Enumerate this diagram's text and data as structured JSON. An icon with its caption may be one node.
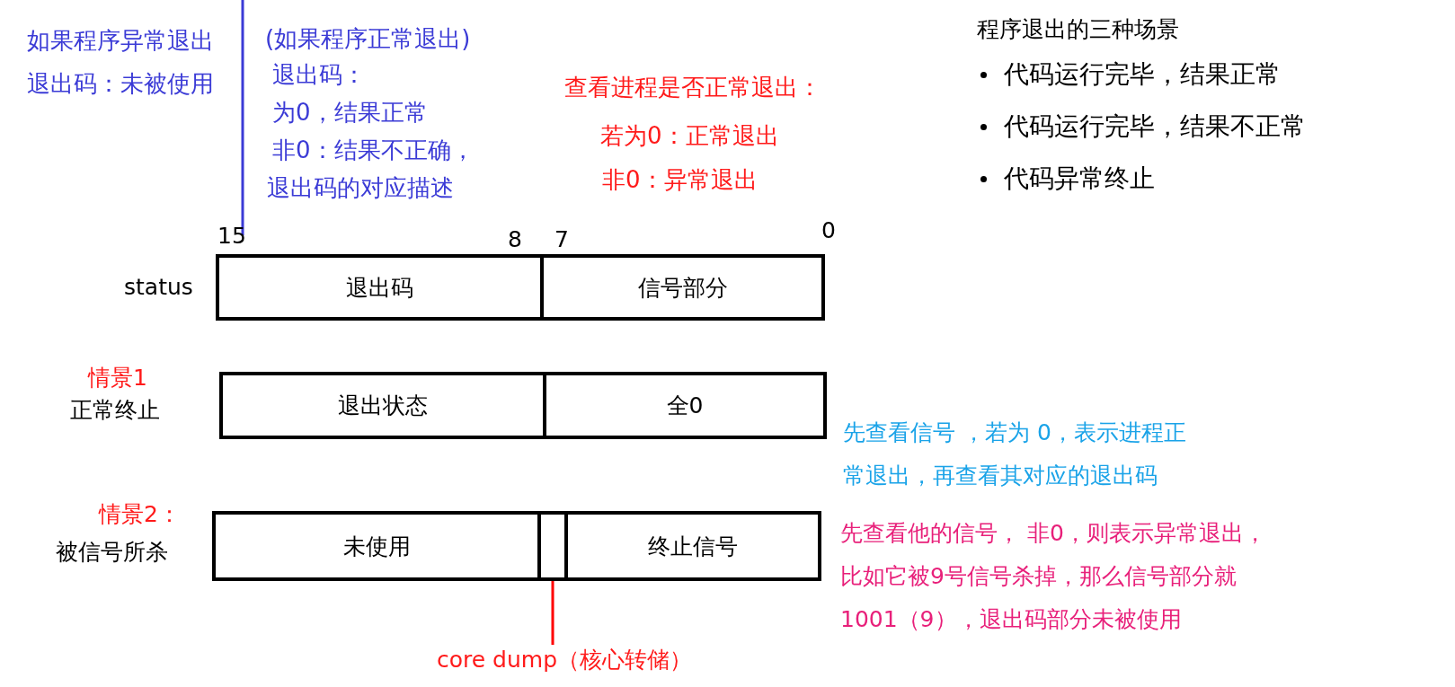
{
  "diagram": {
    "nodes": [
      {
        "text": [
          "退出码"
        ]
      },
      {
        "text": [
          "信号部分"
        ]
      },
      {
        "text": [
          "退出状态"
        ]
      },
      {
        "text": [
          "全0"
        ]
      },
      {
        "text": [
          "未使用"
        ]
      },
      {
        "text": [],
        "shape": "box"
      },
      {
        "text": [
          "终止信号"
        ]
      },
      {
        "text": [
          "core dump（核心转储）"
        ]
      }
    ],
    "edges": [
      {
        "from": 7,
        "to": 5,
        "arrow": "none",
        "color": "#ff0000"
      }
    ],
    "labels": [
      "如果程序异常退出",
      "退出码：未被使用",
      "(如果程序正常退出)",
      "退出码：",
      "为0，结果正常",
      "非0：结果不正确，",
      "退出码的对应描述",
      "查看进程是否正常退出：",
      "若为0：正常退出",
      "非0：异常退出",
      "程序退出的三种场景",
      "代码运行完毕，结果正常",
      "代码运行完毕，结果不正常",
      "代码异常终止",
      "15",
      "8",
      "7",
      "0",
      "status",
      "情景1",
      "正常终止",
      "先查看信号 ，若为 0，表示进程正常退出，再查看其对应的退出码",
      "情景2：",
      "被信号所杀",
      "先查看他的信号， 非0，则表示异常退出，比如它被9号信号杀掉，那么信号部分就1001（9），退出码部分未被使用"
    ]
  }
}
